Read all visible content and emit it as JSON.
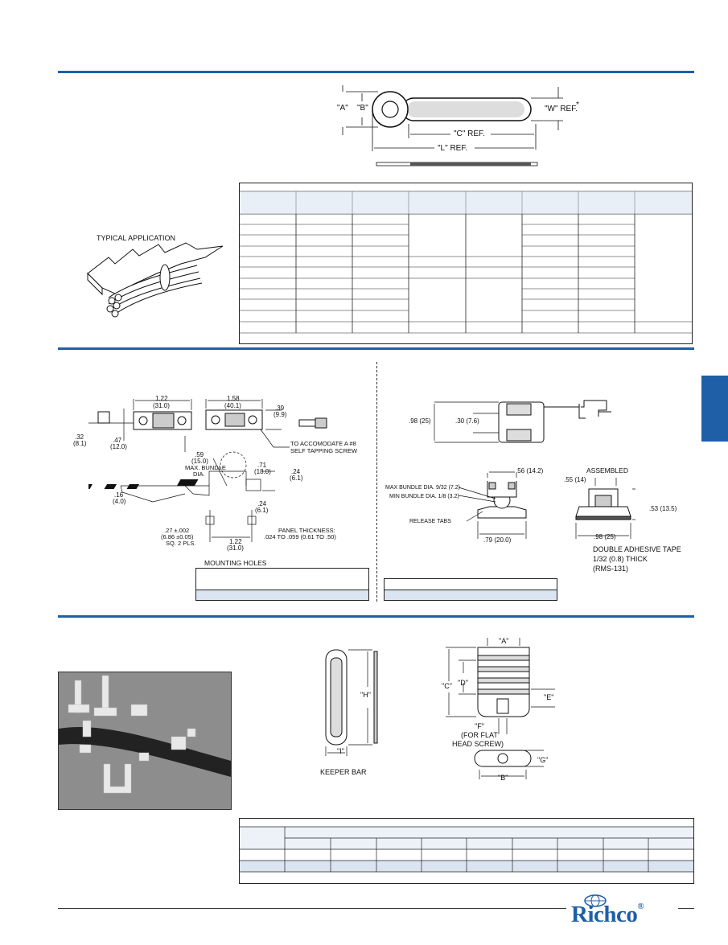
{
  "section1": {
    "diagram": {
      "dim_a": "\"A\"",
      "dim_b": "\"B\"",
      "dim_w": "\"W\" REF.",
      "asterisk": "*",
      "dim_c": "\"C\" REF.",
      "dim_l": "\"L\" REF."
    },
    "typical_application": "TYPICAL APPLICATION"
  },
  "section2": {
    "left": {
      "dim_122": "1.22",
      "dim_122_mm": "(31.0)",
      "dim_158": "1.58",
      "dim_158_mm": "(40.1)",
      "dim_39": ".39",
      "dim_39_mm": "(9.9)",
      "dim_32": ".32",
      "dim_32_mm": "(8.1)",
      "dim_47": ".47",
      "dim_47_mm": "(12.0)",
      "note_screw_1": "TO ACCOMODATE A #8",
      "note_screw_2": "SELF TAPPING SCREW",
      "dim_59": ".59",
      "dim_59_mm": "(15.0)",
      "max_bundle_1": "MAX. BUNDLE",
      "max_bundle_2": "DIA.",
      "dim_71": ".71",
      "dim_71_mm": "(18.0)",
      "dim_24a": ".24",
      "dim_24a_mm": "(6.1)",
      "dim_16": ".16",
      "dim_16_mm": "(4.0)",
      "dim_24b": ".24",
      "dim_24b_mm": "(6.1)",
      "dim_27": ".27 ±.002",
      "dim_27_mm": "(6.86 ±0.05)",
      "sq_2": "SQ. 2 PLS.",
      "dim_122b": "1.22",
      "dim_122b_mm": "(31.0)",
      "panel_1": "PANEL THICKNESS:",
      "panel_2": ".024 TO .059 (0.61 TO .50)",
      "mounting_holes": "MOUNTING HOLES"
    },
    "right": {
      "dim_98": ".98 (25)",
      "dim_30": ".30 (7.6)",
      "dim_56": ".56 (14.2)",
      "max_bundle": "MAX BUNDLE DIA. 9/32 (7.2)",
      "min_bundle": "MIN BUNDLE DIA. 1/8 (3.2)",
      "release_tabs": "RELEASE TABS",
      "dim_79": ".79 (20.0)",
      "assembled": "ASSEMBLED",
      "dim_55": ".55 (14)",
      "dim_53": ".53 (13.5)",
      "dim_98b": ".98 (25)",
      "tape_1": "DOUBLE ADHESIVE TAPE",
      "tape_2": "1/32 (0.8) THICK",
      "tape_3": "(RMS-131)"
    }
  },
  "section3": {
    "keeper_h": "\"H\"",
    "keeper_i": "\"I\"",
    "keeper_bar": "KEEPER BAR",
    "dim_a": "\"A\"",
    "dim_c": "\"C\"",
    "dim_d": "\"D\"",
    "dim_e": "\"E\"",
    "dim_f": "\"F\"",
    "flat_1": "(FOR FLAT",
    "flat_2": "HEAD SCREW)",
    "dim_g": "\"G\"",
    "dim_b": "\"B\""
  },
  "logo": {
    "text": "Richco",
    "mark": "®"
  },
  "colors": {
    "accent": "#1f5fa8",
    "band": "#dbe4f1"
  }
}
